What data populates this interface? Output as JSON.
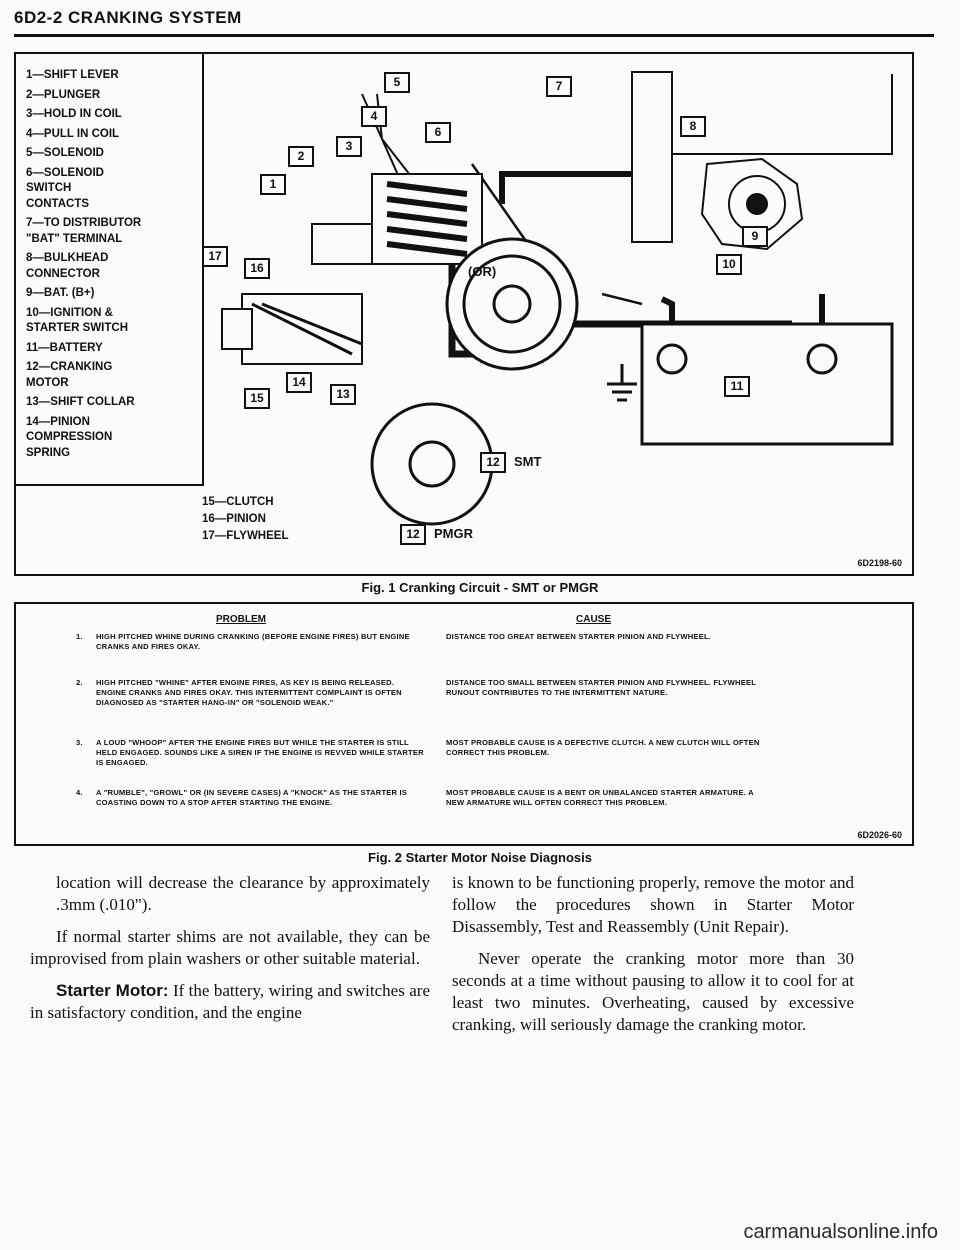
{
  "header": {
    "title": "6D2-2 CRANKING SYSTEM"
  },
  "fig1": {
    "legend": [
      "1—SHIFT LEVER",
      "2—PLUNGER",
      "3—HOLD IN COIL",
      "4—PULL IN COIL",
      "5—SOLENOID",
      "6—SOLENOID\nSWITCH\nCONTACTS",
      "7—TO DISTRIBUTOR\n\"BAT\" TERMINAL",
      "8—BULKHEAD\nCONNECTOR",
      "9—BAT. (B+)",
      "10—IGNITION &\nSTARTER SWITCH",
      "11—BATTERY",
      "12—CRANKING\nMOTOR",
      "13—SHIFT COLLAR",
      "14—PINION\nCOMPRESSION\nSPRING"
    ],
    "legend2": [
      "15—CLUTCH",
      "16—PINION",
      "17—FLYWHEEL"
    ],
    "callouts": [
      "1",
      "2",
      "3",
      "4",
      "5",
      "6",
      "7",
      "8",
      "9",
      "10",
      "11",
      "12",
      "12",
      "13",
      "14",
      "15",
      "16",
      "17"
    ],
    "labels": {
      "or": "(OR)",
      "smt": "SMT",
      "pmgr": "PMGR"
    },
    "code": "6D2198-60",
    "caption": "Fig. 1 Cranking Circuit - SMT or PMGR"
  },
  "fig2": {
    "headers": {
      "problem": "PROBLEM",
      "cause": "CAUSE"
    },
    "rows": [
      {
        "num": "1.",
        "problem": "HIGH PITCHED WHINE DURING CRANKING (BEFORE ENGINE FIRES) BUT ENGINE CRANKS AND FIRES OKAY.",
        "cause": "DISTANCE TOO GREAT BETWEEN STARTER PINION AND FLYWHEEL."
      },
      {
        "num": "2.",
        "problem": "HIGH PITCHED \"WHINE\" AFTER ENGINE FIRES, AS KEY IS BEING RELEASED. ENGINE CRANKS AND FIRES OKAY. THIS INTERMITTENT COMPLAINT IS OFTEN DIAGNOSED AS \"STARTER HANG-IN\" OR \"SOLENOID WEAK.\"",
        "cause": "DISTANCE TOO SMALL BETWEEN STARTER PINION AND FLYWHEEL. FLYWHEEL RUNOUT CONTRIBUTES TO THE INTERMITTENT NATURE."
      },
      {
        "num": "3.",
        "problem": "A LOUD \"WHOOP\" AFTER THE ENGINE FIRES BUT WHILE THE STARTER IS STILL HELD ENGAGED. SOUNDS LIKE A SIREN IF THE ENGINE IS REVVED WHILE STARTER IS ENGAGED.",
        "cause": "MOST PROBABLE CAUSE IS A DEFECTIVE CLUTCH. A NEW CLUTCH WILL OFTEN CORRECT THIS PROBLEM."
      },
      {
        "num": "4.",
        "problem": "A \"RUMBLE\", \"GROWL\" OR (IN SEVERE CASES) A \"KNOCK\" AS THE STARTER IS COASTING DOWN TO A STOP AFTER STARTING THE ENGINE.",
        "cause": "MOST PROBABLE CAUSE IS A BENT OR UNBALANCED STARTER ARMATURE. A NEW ARMATURE WILL OFTEN CORRECT THIS PROBLEM."
      }
    ],
    "code": "6D2026-60",
    "caption": "Fig. 2 Starter Motor Noise Diagnosis"
  },
  "body": {
    "left_p1": "location will decrease the clearance by approximately .3mm (.010\").",
    "left_p2": "If normal starter shims are not available, they can be improvised from plain washers or other suitable material.",
    "left_p3_lead": "Starter Motor:",
    "left_p3": " If the battery, wiring and switches are in satisfactory condition, and the engine",
    "right_p1": "is known to be functioning properly, remove the motor and follow the procedures shown in Starter Motor Disassembly, Test and Reassembly (Unit Repair).",
    "right_p2": "Never operate the cranking motor more than 30 seconds at a time without pausing to allow it to cool for at least two minutes. Overheating, caused by excessive cranking, will seriously damage the cranking motor."
  },
  "watermark": "carmanualsonline.info"
}
